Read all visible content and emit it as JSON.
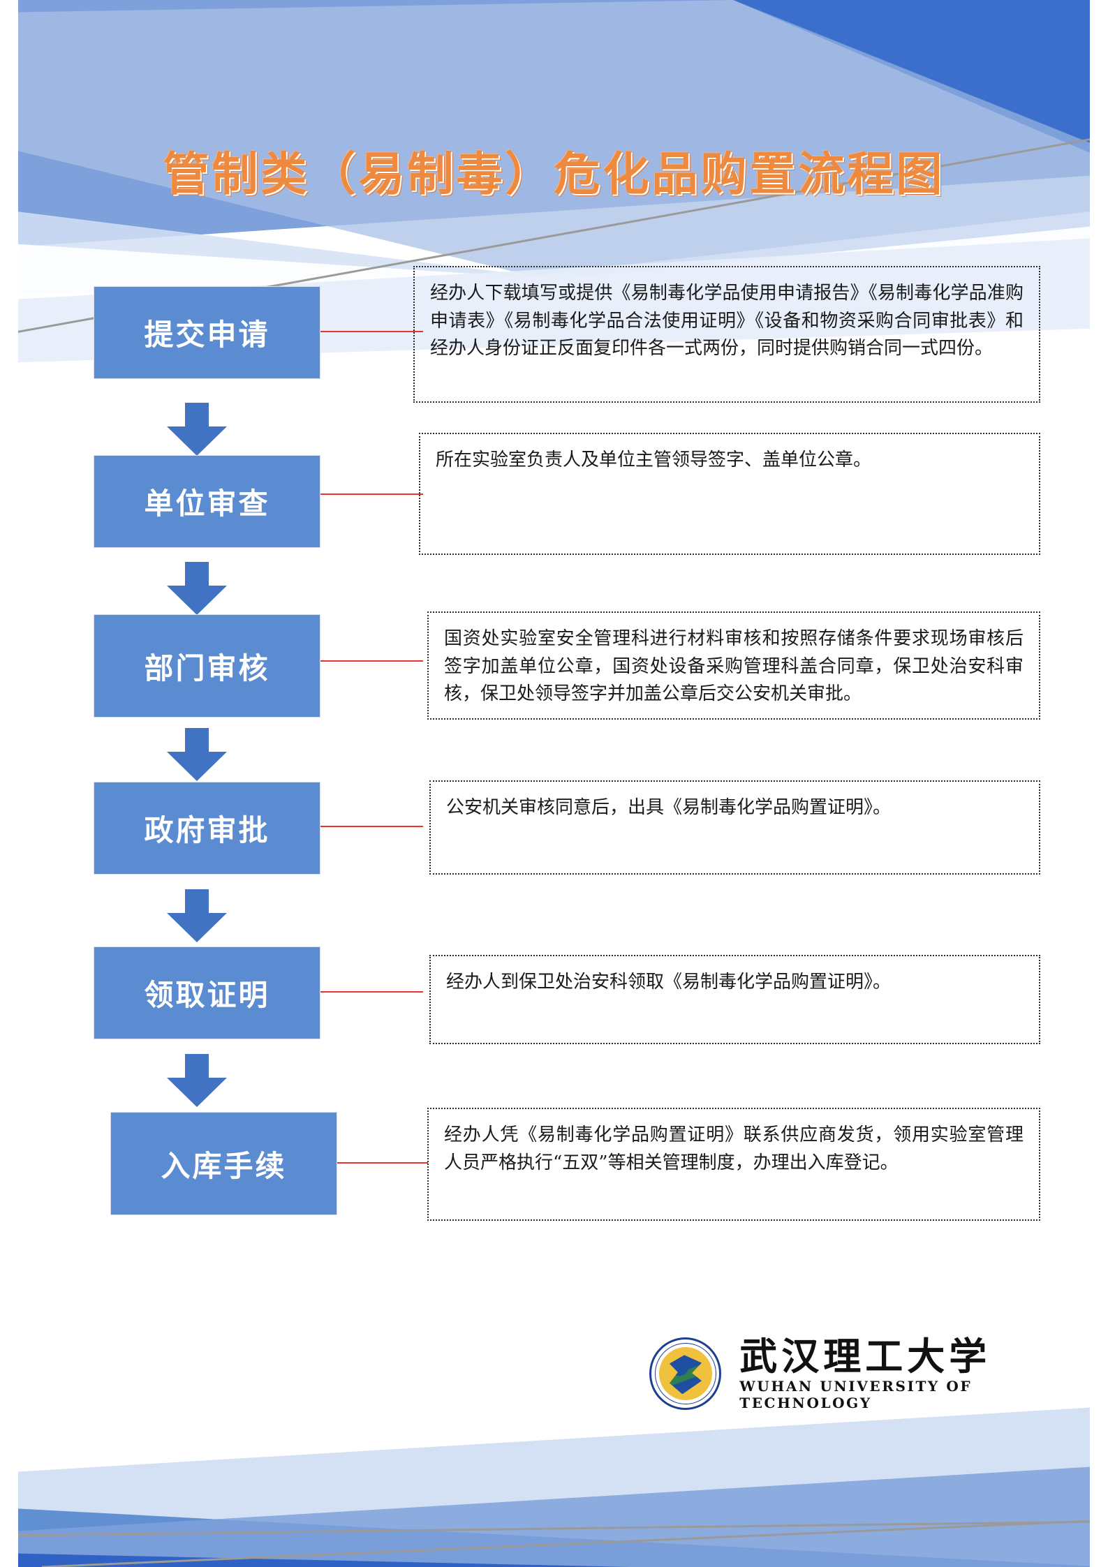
{
  "document": {
    "title": "管制类（易制毒）危化品购置流程图",
    "title_color": "#ED8A3F"
  },
  "flow": {
    "box_color": "#5B8BD0",
    "connector_color": "#E8332A",
    "steps": [
      {
        "label": "提交申请",
        "note": "经办人下载填写或提供《易制毒化学品使用申请报告》《易制毒化学品准购申请表》《易制毒化学品合法使用证明》《设备和物资采购合同审批表》和经办人身份证正反面复印件各一式两份，同时提供购销合同一式四份。"
      },
      {
        "label": "单位审查",
        "note": "所在实验室负责人及单位主管领导签字、盖单位公章。"
      },
      {
        "label": "部门审核",
        "note": "国资处实验室安全管理科进行材料审核和按照存储条件要求现场审核后签字加盖单位公章，国资处设备采购管理科盖合同章，保卫处治安科审核，保卫处领导签字并加盖公章后交公安机关审批。"
      },
      {
        "label": "政府审批",
        "note": "公安机关审核同意后，出具《易制毒化学品购置证明》。"
      },
      {
        "label": "领取证明",
        "note": "经办人到保卫处治安科领取《易制毒化学品购置证明》。"
      },
      {
        "label": "入库手续",
        "note": "经办人凭《易制毒化学品购置证明》联系供应商发货，领用实验室管理人员严格执行“五双”等相关管理制度，办理出入库登记。"
      }
    ]
  },
  "footer": {
    "logo_name_cn": "武汉理工大学",
    "logo_name_en": "WUHAN UNIVERSITY OF TECHNOLOGY"
  }
}
